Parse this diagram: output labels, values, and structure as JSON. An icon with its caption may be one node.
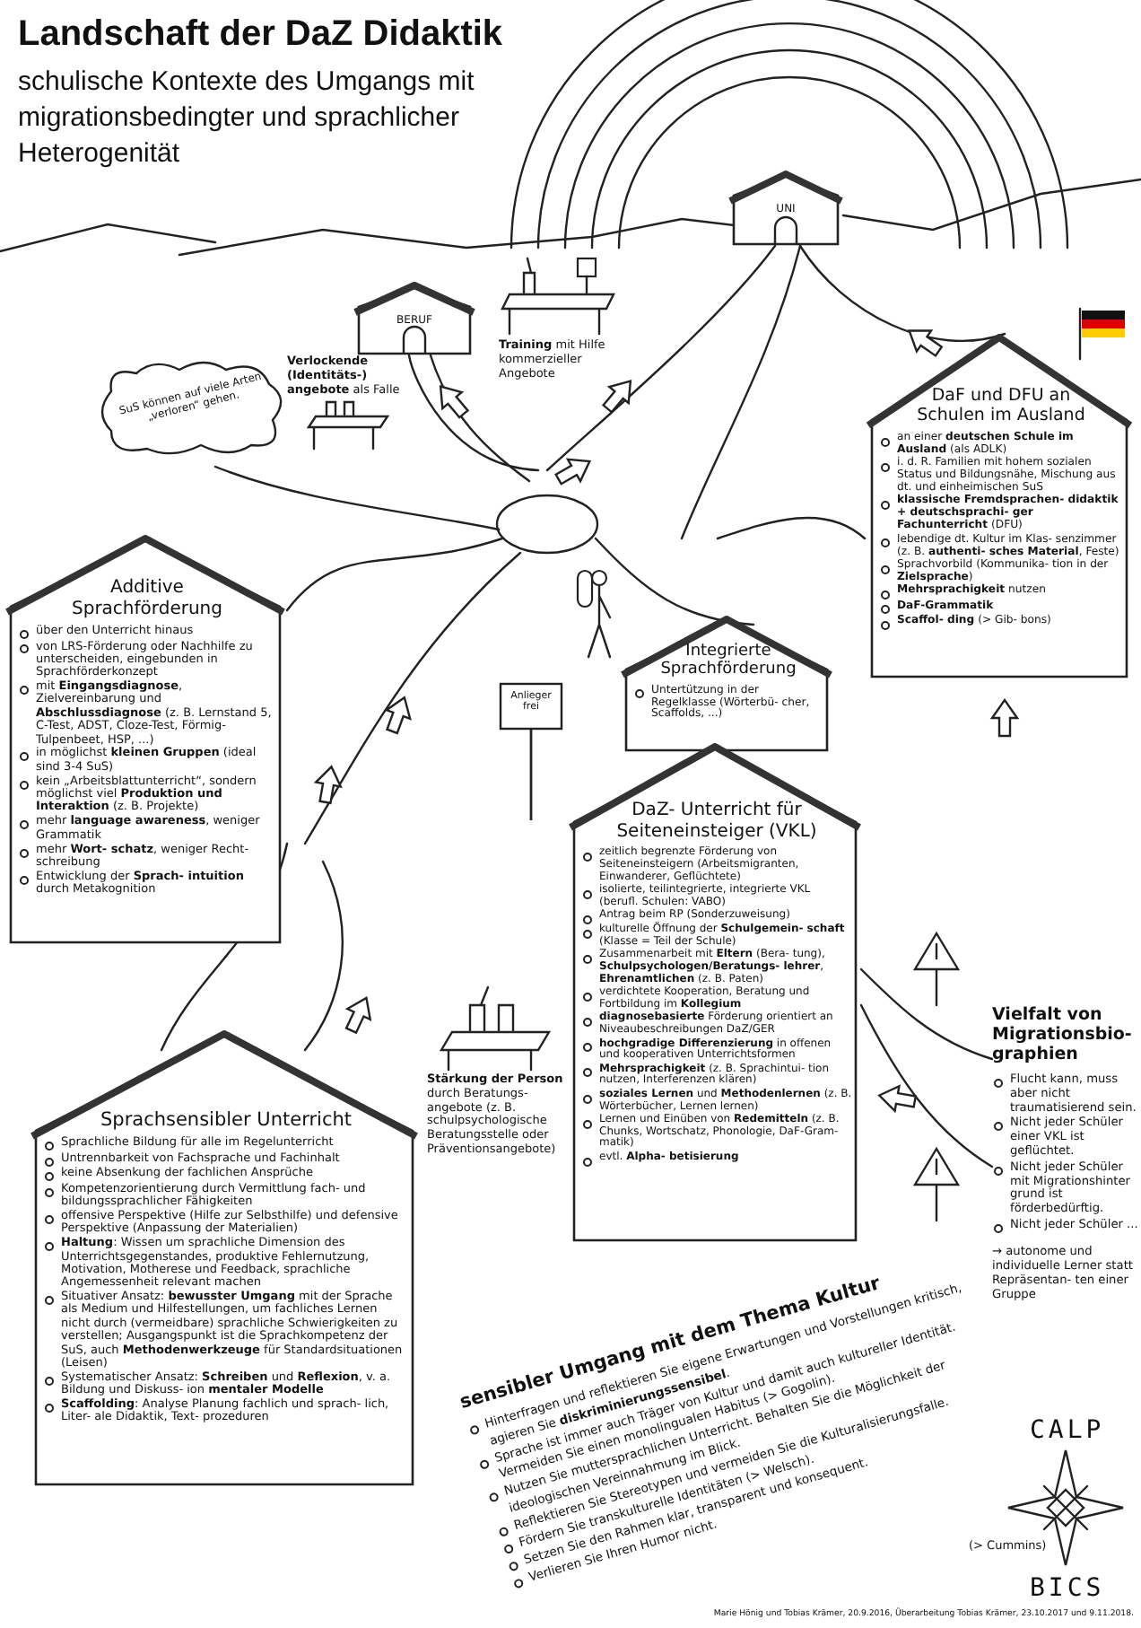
{
  "diagram": {
    "title": "Landschaft der DaZ Didaktik",
    "nodes": [
      {
        "text": [
          "Additive Sprachförderung",
          "über den Unterricht hinaus",
          "von LRS-Förderung oder Nachhilfe zu unterscheiden, eingebunden in Sprachförderkonzept",
          "mit **Eingangsdiagnose**, Zielvereinbarung und **Abschlussdiagnose** (z. B. Lernstand 5, C-Test, ADST, Cloze-Test, Förmig-Tulpenbeet, HSP, ...)",
          "in möglichst **kleinen Gruppen** (ideal sind 3-4 SuS)",
          "kein „Arbeitsblattunterricht“, sondern möglichst viel **Produktion und Interaktion** (z. B. Projekte)",
          "mehr **language awareness**, weniger Grammatik",
          "mehr **Wort- schatz**, weniger Recht- schreibung",
          "Entwicklung der **Sprach- intuition** durch Metakognition"
        ]
      },
      {
        "text": [
          "DaF und DFU an Schulen im Ausland",
          "an einer **deutschen Schule im Ausland** (als ADLK)",
          "i. d. R. Familien mit hohem sozialen Status und Bildungsnähe, Mischung aus dt. und einheimischen SuS",
          "**klassische Fremdsprachen- didaktik + deutschsprachi- ger Fachunterricht** (DFU)",
          "lebendige dt. Kultur im Klas- senzimmer (z. B. **authenti- sches Material**, Feste)",
          "Sprachvorbild (Kommunika- tion in der **Zielsprache**)",
          "**Mehrsprachigkeit** nutzen",
          "**DaF-Grammatik**",
          "**Scaffol- ding** (> Gib- bons)"
        ]
      },
      {
        "text": [
          "Integrierte Sprachförderung",
          "Untertützung in der Regelklasse (Wörterbü- cher, Scaffolds, ...)"
        ]
      },
      {
        "text": [
          "DaZ- Unterricht für Seiteneinsteiger (VKL)",
          "zeitlich begrenzte Förderung von Seiteneinsteigern (Arbeitsmigranten, Einwanderer, Geflüchtete)",
          "isolierte, teilintegrierte, integrierte VKL (berufl. Schulen: VABO)",
          "Antrag beim RP (Sonderzuweisung)",
          "kulturelle Öffnung der **Schulgemein- schaft** (Klasse = Teil der Schule)",
          "Zusammenarbeit mit **Eltern** (Bera- tung), **Schulpsychologen/Beratungs- lehrer**, **Ehrenamtlichen** (z. B. Paten)",
          "verdichtete Kooperation, Beratung und Fortbildung im **Kollegium**",
          "**diagnosebasierte** Förderung orientiert an Niveaubeschreibungen DaZ/GER",
          "**hochgradige Differenzierung** in offenen und kooperativen Unterrichtsformen",
          "**Mehrsprachigkeit** (z. B. Sprachintui- tion nutzen, Interferenzen klären)",
          "**soziales Lernen** und **Methodenlernen** (z. B. Wörterbücher, Lernen lernen)",
          "Lernen und Einüben von **Redemitteln** (z. B. Chunks, Wortschatz, Phonologie, DaF-Gram- matik)",
          "evtl. **Alpha- betisierung**"
        ]
      },
      {
        "text": [
          "Sprachsensibler Unterricht",
          "Sprachliche Bildung für alle im Regelunterricht",
          "Untrennbarkeit von Fachsprache und Fachinhalt",
          "keine Absenkung der fachlichen Ansprüche",
          "Kompetenzorientierung durch Vermittlung fach- und bildungssprachlicher Fähigkeiten",
          "offensive Perspektive (Hilfe zur Selbsthilfe) und defensive Perspektive (Anpassung der Materialien)",
          "**Haltung**: Wissen um sprachliche Dimension des Unterrichtsgegenstandes, produktive Fehlernutzung, Motivation, Motherese und Feedback, sprachliche Angemessenheit relevant machen",
          "Situativer Ansatz: **bewusster Umgang** mit der Sprache als Medium und Hilfestellungen, um fachliches Lernen nicht durch (vermeidbare) sprachliche Schwierigkeiten zu verstellen; Ausgangspunkt ist die Sprachkompetenz der SuS, auch **Methodenwerkzeuge** für Standardsituationen (Leisen)",
          "Systematischer Ansatz: **Schreiben** und **Reflexion**, v. a. Bildung und Diskuss- ion **mentaler Modelle**",
          "**Scaffolding**: Analyse Planung fachlich und sprach- lich, Liter- ale Didaktik, Text- prozeduren"
        ]
      },
      {
        "text": [
          "UNI"
        ]
      },
      {
        "text": [
          "BERUF"
        ]
      },
      {
        "text": [
          "SuS können auf viele Arten „verloren“ gehen."
        ]
      },
      {
        "text": [
          "Anlieger frei"
        ]
      }
    ],
    "labels": [
      "schulische Kontexte des Umgangs mit migrationsbedingter und sprachlicher Heterogenität",
      "**Verlockende (Identitäts-) angebote** als Falle",
      "**Training** mit Hilfe kommerzieller Angebote",
      "**Stärkung der Person** durch Beratungs- angebote (z. B. schulpsychologische Beratungsstelle oder Präventionsangebote)",
      "Vielfalt von Migrationsbio- graphien",
      "Flucht kann, muss aber nicht traumatisierend sein.",
      "Nicht jeder Schüler einer VKL ist geflüchtet.",
      "Nicht jeder Schüler mit Migrationshinter grund ist förderbedürftig.",
      "Nicht jeder Schüler ...",
      "→ autonome und individuelle Lerner statt Repräsentan- ten einer Gruppe",
      "sensibler Umgang mit dem Thema Kultur",
      "Hinterfragen und reflektieren Sie eigene Erwartungen und Vorstellungen kritisch, agieren Sie **diskriminierungssensibel**.",
      "Sprache ist immer auch Träger von Kultur und damit auch kultureller Identität. Vermeiden Sie einen monolingualen Habitus (> Gogolin).",
      "Nutzen Sie muttersprachlichen Unterricht. Behalten Sie die Möglichkeit der ideologischen Vereinnahmung im Blick.",
      "Reflektieren Sie Stereotypen und vermeiden Sie die Kulturalisierungsfalle.",
      "Fördern Sie transkulturelle Identitäten (> Welsch).",
      "Setzen Sie den Rahmen klar, transparent und konsequent.",
      "Verlieren Sie Ihren Humor nicht.",
      "CALP",
      "BICS",
      "(> Cummins)",
      "Marie Hönig und Tobias Krämer, 20.9.2016, Überarbeitung Tobias Krämer, 23.10.2017 und 9.11.2018."
    ]
  }
}
